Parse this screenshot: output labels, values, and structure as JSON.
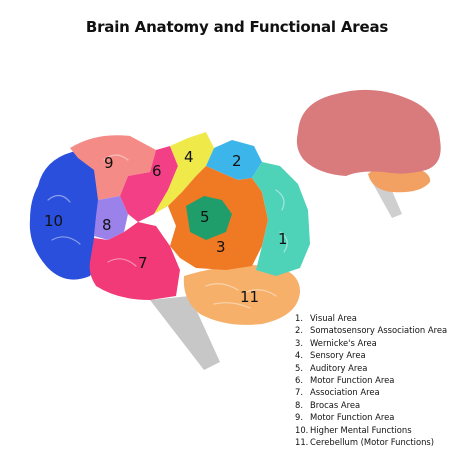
{
  "title": "Brain Anatomy and Functional Areas",
  "colors": {
    "visual": "#4fd3b8",
    "somatosensory_association": "#3cb6ea",
    "wernicke": "#f0e94a",
    "sensory": "#1f9e6b",
    "auditory": "#f07a23",
    "motor_function": "#f23f86",
    "association": "#f23a79",
    "broca": "#9a82ea",
    "motor_function_area": "#f48b86",
    "higher_mental": "#2a4fdc",
    "cerebellum": "#f6b06a",
    "brainstem": "#c7c7c7",
    "small_cerebrum": "#d97a7c",
    "small_cerebellum": "#f2a163"
  },
  "regions": [
    {
      "number": "1",
      "name": "visual"
    },
    {
      "number": "2",
      "name": "somatosensory_association"
    },
    {
      "number": "3",
      "name": "wernicke"
    },
    {
      "number": "4",
      "name": "sensory"
    },
    {
      "number": "5",
      "name": "auditory"
    },
    {
      "number": "6",
      "name": "motor_function"
    },
    {
      "number": "7",
      "name": "association"
    },
    {
      "number": "8",
      "name": "broca"
    },
    {
      "number": "9",
      "name": "motor_function_area"
    },
    {
      "number": "10",
      "name": "higher_mental"
    },
    {
      "number": "11",
      "name": "cerebellum"
    }
  ],
  "legend": [
    {
      "num": "1.",
      "label": "Visual Area"
    },
    {
      "num": "2.",
      "label": "Somatosensory Association Area"
    },
    {
      "num": "3.",
      "label": "Wernicke's Area"
    },
    {
      "num": "4.",
      "label": "Sensory Area"
    },
    {
      "num": "5.",
      "label": "Auditory Area"
    },
    {
      "num": "6.",
      "label": "Motor Function Area"
    },
    {
      "num": "7.",
      "label": "Association Area"
    },
    {
      "num": "8.",
      "label": "Brocas Area"
    },
    {
      "num": "9.",
      "label": "Motor Function Area"
    },
    {
      "num": "10.",
      "label": "Higher Mental Functions"
    },
    {
      "num": "11.",
      "label": "Cerebellum (Motor Functions)"
    }
  ]
}
